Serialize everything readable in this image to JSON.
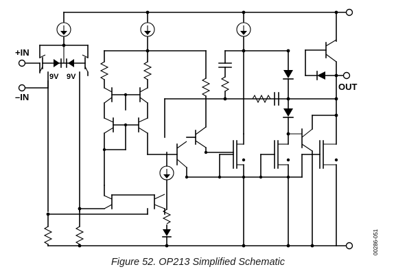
{
  "schematic": {
    "pins": {
      "in_plus": "+IN",
      "in_minus": "–IN",
      "out": "OUT"
    },
    "zener_labels": [
      "9V",
      "9V"
    ],
    "doc_number": "00286-051"
  },
  "caption": "Figure 52. OP213 Simplified Schematic"
}
